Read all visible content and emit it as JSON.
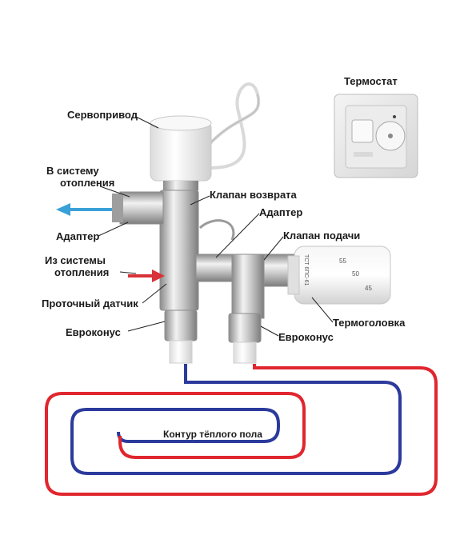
{
  "labels": {
    "servo": "Сервопривод",
    "to_system_line1": "В систему",
    "to_system_line2": "отопления",
    "adapter_left": "Адаптер",
    "from_system_line1": "Из системы",
    "from_system_line2": "отопления",
    "flow_sensor": "Проточный датчик",
    "eurocone_left": "Евроконус",
    "return_valve": "Клапан возврата",
    "adapter_right": "Адаптер",
    "supply_valve": "Клапан подачи",
    "thermohead": "Термоголовка",
    "eurocone_right": "Евроконус",
    "thermostat": "Термостат",
    "floor_loop": "Контур тёплого пола"
  },
  "thermohead_scale": [
    "55",
    "50",
    "45"
  ],
  "thermohead_marking": "ТСТ 6ПС-61",
  "colors": {
    "supply_pipe": "#e0262e",
    "return_pipe": "#2b3a9c",
    "arrow_out": "#3aa0d8",
    "arrow_in": "#d8323a",
    "brass": "#b8b8b8"
  }
}
